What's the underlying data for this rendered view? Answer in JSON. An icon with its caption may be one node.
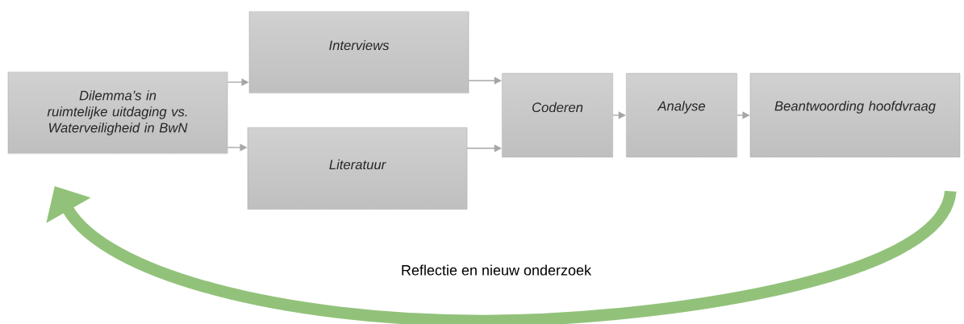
{
  "diagram": {
    "nodes": [
      {
        "text": [
          "Dilemma’s in ruimtelijke uitdaging vs. Waterveiligheid in BwN"
        ]
      },
      {
        "text": [
          "Interviews"
        ]
      },
      {
        "text": [
          "Literatuur"
        ]
      },
      {
        "text": [
          "Coderen"
        ]
      },
      {
        "text": [
          "Analyse"
        ]
      },
      {
        "text": [
          "Beantwoording hoofdvraag"
        ]
      }
    ],
    "edges": [
      {
        "from": 0,
        "to": 1,
        "arrow": "to"
      },
      {
        "from": 0,
        "to": 2,
        "arrow": "to"
      },
      {
        "from": 1,
        "to": 3,
        "arrow": "to"
      },
      {
        "from": 2,
        "to": 3,
        "arrow": "to"
      },
      {
        "from": 3,
        "to": 4,
        "arrow": "to"
      },
      {
        "from": 4,
        "to": 5,
        "arrow": "to"
      },
      {
        "from": 5,
        "to": 0,
        "arrow": "to",
        "label": "Reflectie en nieuw onderzoek",
        "style": "thick",
        "color": "#92c27a"
      }
    ]
  }
}
